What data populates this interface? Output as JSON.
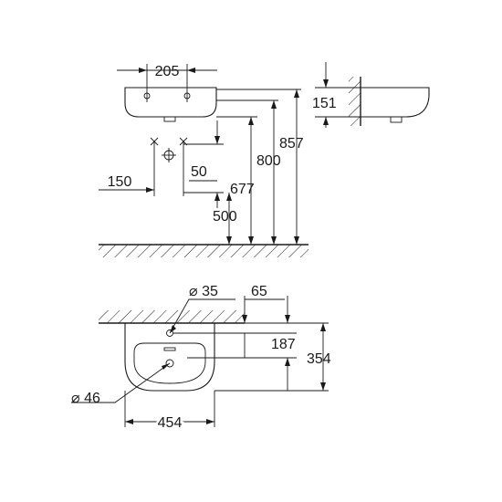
{
  "drawing": {
    "front_view": {
      "dim_tap_spacing": "205",
      "dim_offset_left": "150",
      "dim_pipe_gap": "50",
      "dim_height_677": "677",
      "dim_height_500": "500",
      "dim_height_800": "800",
      "dim_height_857": "857"
    },
    "side_view": {
      "dim_depth": "151"
    },
    "top_view": {
      "dim_tap_hole_dia": "⌀ 35",
      "dim_offset_65": "65",
      "dim_tap_to_wall": "187",
      "dim_total_depth": "354",
      "dim_waste_dia": "⌀ 46",
      "dim_width": "454"
    }
  }
}
